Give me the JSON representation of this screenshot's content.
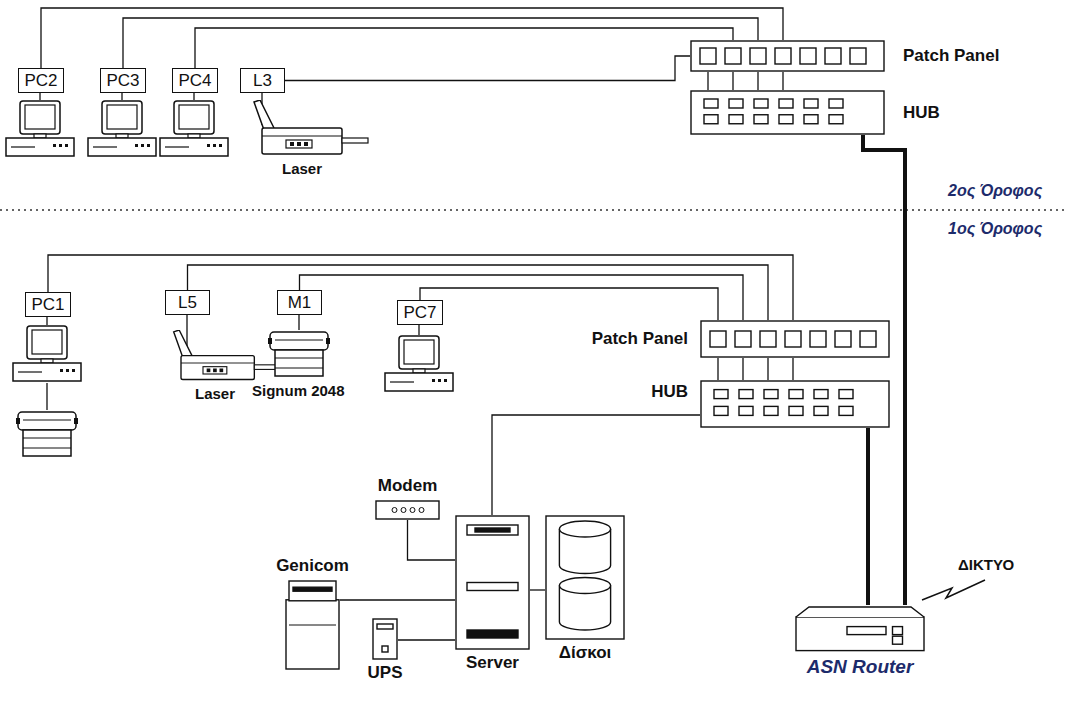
{
  "diagram": {
    "nodes": [
      {
        "text": [
          "PC2"
        ]
      },
      {
        "text": [
          "PC3"
        ]
      },
      {
        "text": [
          "PC4"
        ]
      },
      {
        "text": [
          "L3"
        ]
      },
      {
        "text": [
          "Patch Panel"
        ]
      },
      {
        "text": [
          "HUB"
        ]
      },
      {
        "text": [
          "PC1"
        ]
      },
      {
        "text": [
          "L5"
        ]
      },
      {
        "text": [
          "M1"
        ]
      },
      {
        "text": [
          "PC7"
        ]
      },
      {
        "text": [
          "Patch Panel"
        ]
      },
      {
        "text": [
          "HUB"
        ]
      },
      {
        "text": [
          "Modem"
        ]
      },
      {
        "text": [
          "Genicom"
        ]
      },
      {
        "text": [
          "UPS"
        ]
      },
      {
        "text": [
          "Server"
        ]
      },
      {
        "text": [
          "Δίσκοι"
        ]
      },
      {
        "text": [
          "ASN Router"
        ]
      }
    ],
    "edges": [
      {
        "from": 0,
        "to": 4,
        "arrow": "none"
      },
      {
        "from": 1,
        "to": 4,
        "arrow": "none"
      },
      {
        "from": 2,
        "to": 4,
        "arrow": "none"
      },
      {
        "from": 3,
        "to": 4,
        "arrow": "none"
      },
      {
        "from": 4,
        "to": 5,
        "arrow": "none"
      },
      {
        "from": 4,
        "to": 5,
        "arrow": "none"
      },
      {
        "from": 4,
        "to": 5,
        "arrow": "none"
      },
      {
        "from": 4,
        "to": 5,
        "arrow": "none"
      },
      {
        "from": 5,
        "to": 17,
        "arrow": "none"
      },
      {
        "from": 6,
        "to": 10,
        "arrow": "none"
      },
      {
        "from": 7,
        "to": 10,
        "arrow": "none"
      },
      {
        "from": 8,
        "to": 10,
        "arrow": "none"
      },
      {
        "from": 9,
        "to": 10,
        "arrow": "none"
      },
      {
        "from": 10,
        "to": 11,
        "arrow": "none"
      },
      {
        "from": 10,
        "to": 11,
        "arrow": "none"
      },
      {
        "from": 10,
        "to": 11,
        "arrow": "none"
      },
      {
        "from": 10,
        "to": 11,
        "arrow": "none"
      },
      {
        "from": 11,
        "to": 15,
        "arrow": "none"
      },
      {
        "from": 11,
        "to": 17,
        "arrow": "none"
      },
      {
        "from": 12,
        "to": 15,
        "arrow": "none"
      },
      {
        "from": 13,
        "to": 15,
        "arrow": "none"
      },
      {
        "from": 14,
        "to": 15,
        "arrow": "none"
      },
      {
        "from": 15,
        "to": 16,
        "arrow": "none"
      }
    ],
    "labels": [
      "Laser",
      "Laser",
      "Signum 2048",
      "2ος Όροφος",
      "1ος Όροφος",
      "ΔΙΚΤΥΟ"
    ]
  }
}
